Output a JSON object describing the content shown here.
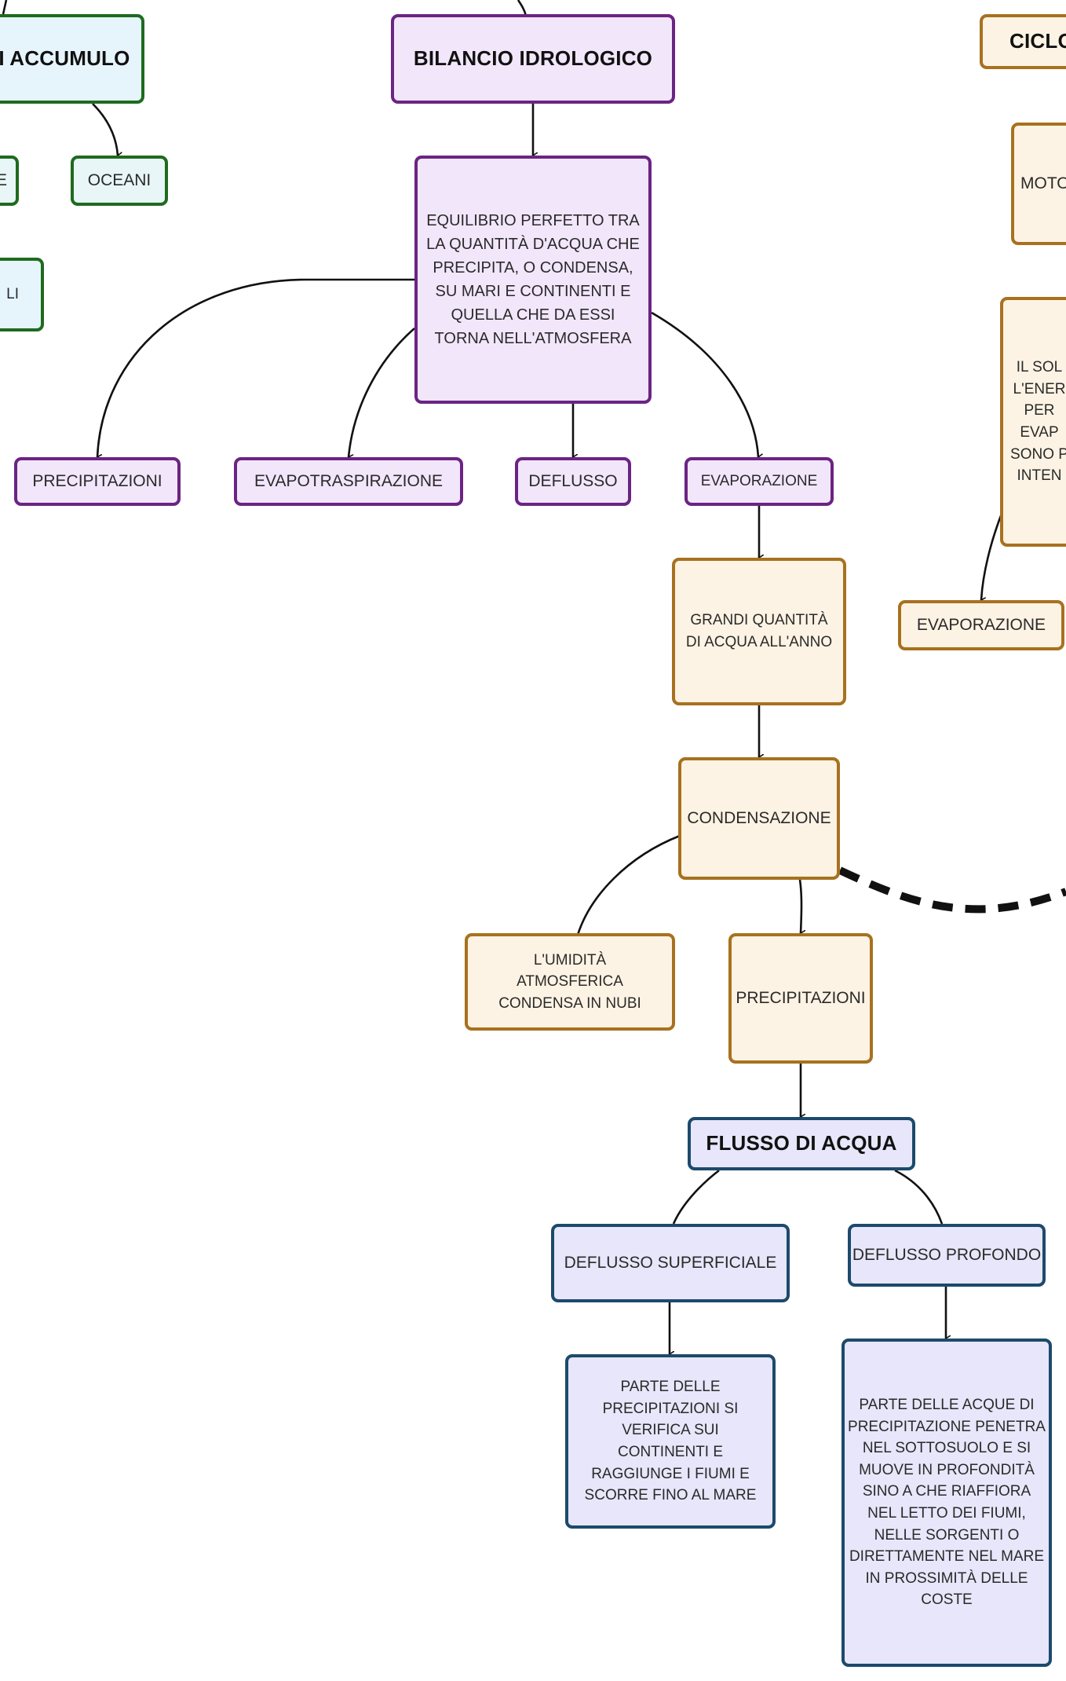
{
  "nodes": {
    "accumulo": "I ACCUMULO",
    "bilancio": "BILANCIO IDROLOGICO",
    "ciclo": "CICLO",
    "oceani": "OCEANI",
    "green_left_small": "E",
    "green_left_mid": "LI",
    "moto": "MOTO",
    "equilibrio": "EQUILIBRIO PERFETTO TRA LA QUANTITÀ D'ACQUA CHE PRECIPITA, O CONDENSA, SU MARI E CONTINENTI E QUELLA CHE DA ESSI TORNA NELL'ATMOSFERA",
    "sole": "IL SOL L'ENER PER EVAP SONO P INTEN",
    "precipitazioni_1": "PRECIPITAZIONI",
    "evapotraspirazione": "EVAPOTRASPIRAZIONE",
    "deflusso": "DEFLUSSO",
    "evaporazione_1": "EVAPORAZIONE",
    "grandi_quantita": "GRANDI QUANTITÀ DI ACQUA ALL'ANNO",
    "evaporazione_2": "EVAPORAZIONE",
    "condensazione": "CONDENSAZIONE",
    "umidita": "L'UMIDITÀ ATMOSFERICA CONDENSA IN NUBI",
    "precipitazioni_2": "PRECIPITAZIONI",
    "flusso": "FLUSSO DI ACQUA",
    "deflusso_superficiale": "DEFLUSSO SUPERFICIALE",
    "deflusso_profondo": "DEFLUSSO PROFONDO",
    "superficiale_desc": "PARTE DELLE PRECIPITAZIONI SI VERIFICA SUI CONTINENTI E RAGGIUNGE I FIUMI E SCORRE FINO AL MARE",
    "profondo_desc": "PARTE DELLE ACQUE DI PRECIPITAZIONE PENETRA NEL SOTTOSUOLO E SI MUOVE IN PROFONDITÀ SINO A CHE RIAFFIORA NEL LETTO DEI FIUMI, NELLE SORGENTI O DIRETTAMENTE NEL MARE IN PROSSIMITÀ DELLE COSTE"
  },
  "colors": {
    "purple_fill": "#f2e6fb",
    "purple_border": "#6b2483",
    "green_fill": "#e6f5fc",
    "green_border": "#1e6b1e",
    "orange_fill": "#fdf3e4",
    "orange_border": "#a8711f",
    "blue_fill": "#e7e6fa",
    "blue_border": "#1c4a6b",
    "edge": "#111111"
  }
}
